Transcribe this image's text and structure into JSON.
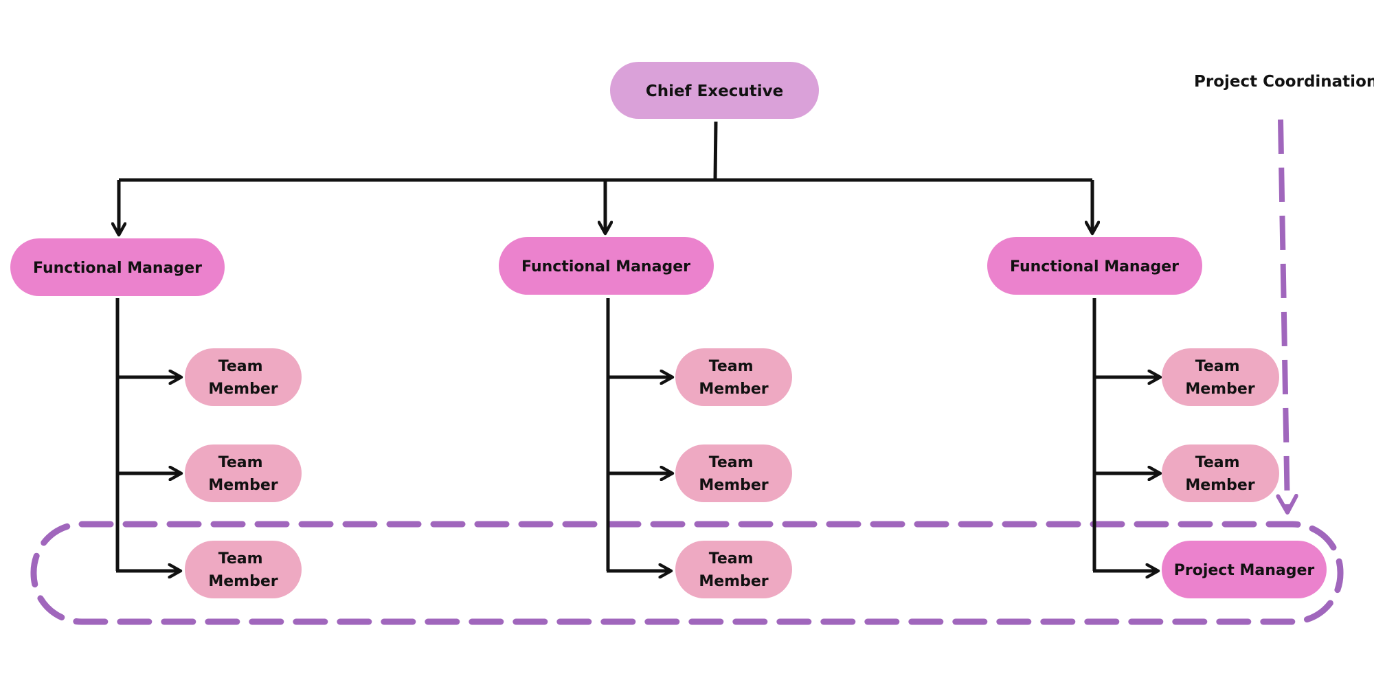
{
  "colors": {
    "chief_fill": "#DAA1D9",
    "manager_fill": "#EB82CD",
    "member_fill": "#EEA9C2",
    "line": "#111111",
    "coordination": "#A066BC"
  },
  "chief": {
    "label": "Chief Executive"
  },
  "project_coordination": {
    "label": "Project Coordination"
  },
  "departments": [
    {
      "manager": "Functional Manager",
      "members": [
        [
          "Team",
          "Member"
        ],
        [
          "Team",
          "Member"
        ],
        [
          "Team",
          "Member"
        ]
      ]
    },
    {
      "manager": "Functional Manager",
      "members": [
        [
          "Team",
          "Member"
        ],
        [
          "Team",
          "Member"
        ],
        [
          "Team",
          "Member"
        ]
      ]
    },
    {
      "manager": "Functional Manager",
      "members": [
        [
          "Team",
          "Member"
        ],
        [
          "Team",
          "Member"
        ],
        [
          "Project Manager"
        ]
      ]
    }
  ]
}
